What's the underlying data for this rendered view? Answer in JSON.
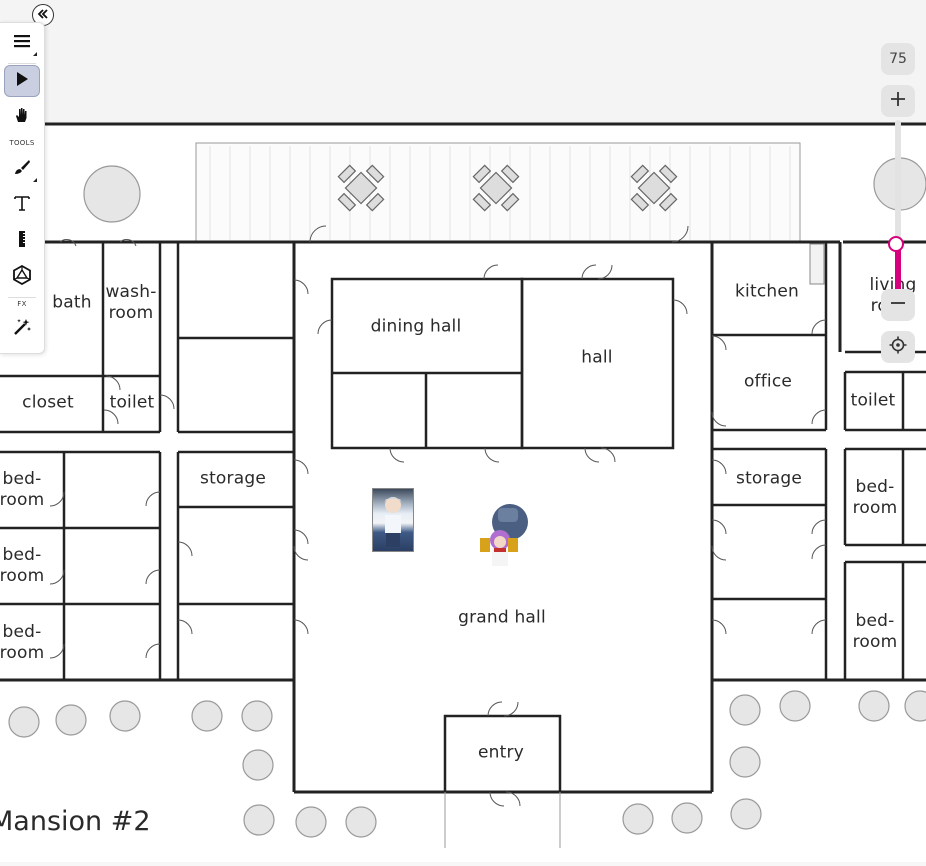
{
  "map": {
    "title": "Mansion #2",
    "rooms": [
      {
        "label": "bath"
      },
      {
        "label": "wash-\nroom"
      },
      {
        "label": "closet"
      },
      {
        "label": "toilet"
      },
      {
        "label": "bed-\nroom"
      },
      {
        "label": "bed-\nroom"
      },
      {
        "label": "bed-\nroom"
      },
      {
        "label": "storage"
      },
      {
        "label": "dining hall"
      },
      {
        "label": "hall"
      },
      {
        "label": "grand hall"
      },
      {
        "label": "entry"
      },
      {
        "label": "kitchen"
      },
      {
        "label": "office"
      },
      {
        "label": "storage"
      },
      {
        "label": "living\nroom"
      },
      {
        "label": "toilet"
      },
      {
        "label": "bed-\nroom"
      },
      {
        "label": "bed-\nroom"
      }
    ],
    "tokens": [
      {
        "name": "anime-character-token"
      },
      {
        "name": "robot-and-girl-token"
      }
    ]
  },
  "toolbar": {
    "tools_section": "TOOLS",
    "fx_section": "FX",
    "buttons": [
      {
        "icon": "menu-icon"
      },
      {
        "icon": "pointer-icon"
      },
      {
        "icon": "hand-icon"
      },
      {
        "icon": "brush-icon"
      },
      {
        "icon": "text-icon"
      },
      {
        "icon": "ruler-icon"
      },
      {
        "icon": "dice-icon"
      },
      {
        "icon": "magic-wand-icon"
      }
    ]
  },
  "zoom": {
    "level": "75",
    "slider_value": 0.31,
    "accent": "#d6007e"
  }
}
